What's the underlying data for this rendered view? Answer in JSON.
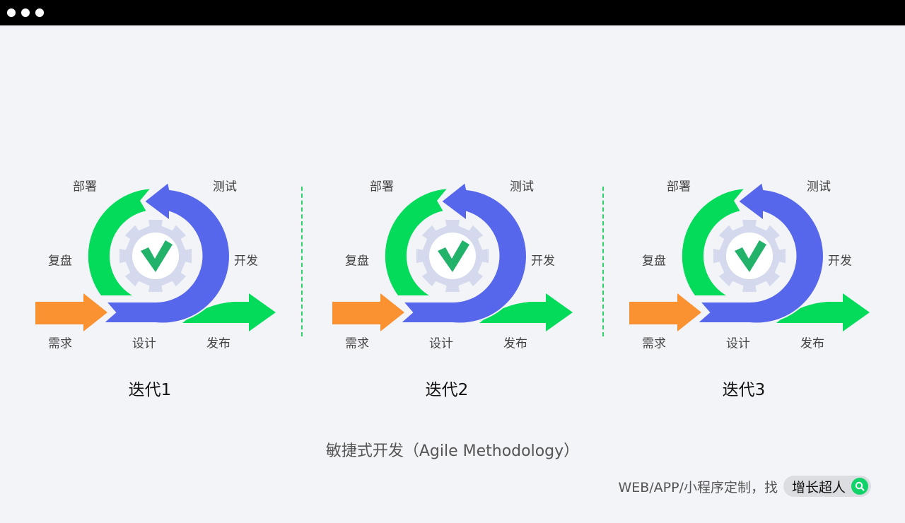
{
  "window": {
    "controls": [
      "close",
      "minimize",
      "maximize"
    ]
  },
  "labels": {
    "deploy": "部署",
    "test": "测试",
    "review": "复盘",
    "develop": "开发",
    "requirement": "需求",
    "design": "设计",
    "release": "发布"
  },
  "iterations": [
    {
      "title": "迭代1"
    },
    {
      "title": "迭代2"
    },
    {
      "title": "迭代3"
    }
  ],
  "caption": "敏捷式开发（Agile Methodology）",
  "footer": {
    "text": "WEB/APP/小程序定制，找",
    "brand": "增长超人",
    "icon": "search-icon"
  },
  "colors": {
    "orange": "#fb9232",
    "blue": "#5767ec",
    "green": "#05db5a",
    "gear": "#d4d9ee",
    "check": "#22b26a",
    "divider": "#2fd46a"
  }
}
